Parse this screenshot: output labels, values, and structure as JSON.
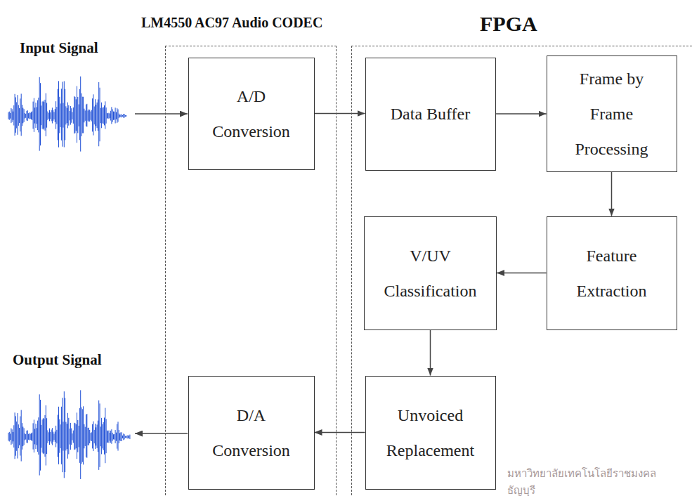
{
  "diagram": {
    "nodes": [
      {
        "text": [
          "LM4550 AC97 Audio CODEC"
        ]
      },
      {
        "text": [
          "FPGA"
        ]
      },
      {
        "text": [
          "A/D Conversion"
        ],
        "in": 0
      },
      {
        "text": [
          "Data Buffer"
        ],
        "in": 1
      },
      {
        "text": [
          "Frame by Frame Processing"
        ],
        "in": 1
      },
      {
        "text": [
          "Feature Extraction"
        ],
        "in": 1
      },
      {
        "text": [
          "V/UV Classification"
        ],
        "in": 1
      },
      {
        "text": [
          "Unvoiced Replacement"
        ],
        "in": 1
      },
      {
        "text": [
          "D/A Conversion"
        ],
        "in": 0
      }
    ],
    "edges": [
      {
        "from": 2,
        "to": 3,
        "arrow": "to"
      },
      {
        "from": 3,
        "to": 4,
        "arrow": "to"
      },
      {
        "from": 4,
        "to": 5,
        "arrow": "to"
      },
      {
        "from": 5,
        "to": 6,
        "arrow": "to"
      },
      {
        "from": 6,
        "to": 7,
        "arrow": "to"
      },
      {
        "from": 7,
        "to": 8,
        "arrow": "to"
      }
    ],
    "labels": [
      "Input Signal",
      "Output Signal",
      "มหาวิทยาลัยเทคโนโลยีราชมงคลธัญบุรี"
    ]
  }
}
